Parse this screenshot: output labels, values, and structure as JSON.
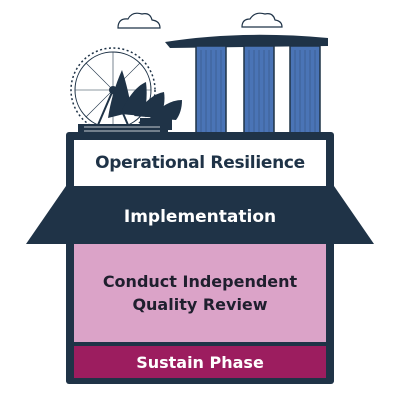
{
  "diagram": {
    "title": "Operational Resilience",
    "roof_label": "Implementation",
    "content_lines": [
      "Conduct Independent",
      "Quality Review"
    ],
    "phase_label": "Sustain Phase"
  },
  "colors": {
    "navy": "#1f3347",
    "pink": "#dba3c8",
    "magenta": "#9c1d5f",
    "tower_blue": "#4a74b6"
  },
  "icons": {
    "skyline": "singapore-skyline-illustration"
  }
}
